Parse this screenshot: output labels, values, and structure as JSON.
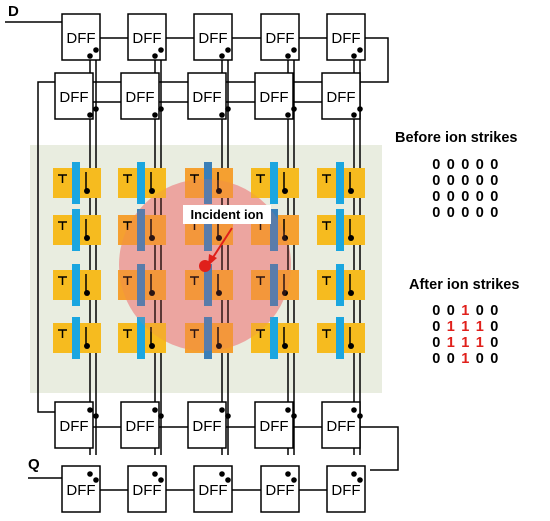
{
  "labels": {
    "input": "D",
    "output": "Q",
    "cell": "DFF",
    "ion": "Incident ion"
  },
  "before": {
    "title": "Before ion strikes",
    "grid": [
      [
        "0",
        "0",
        "0",
        "0",
        "0"
      ],
      [
        "0",
        "0",
        "0",
        "0",
        "0"
      ],
      [
        "0",
        "0",
        "0",
        "0",
        "0"
      ],
      [
        "0",
        "0",
        "0",
        "0",
        "0"
      ]
    ]
  },
  "after": {
    "title": "After ion strikes",
    "grid": [
      [
        "0",
        "0",
        "1",
        "0",
        "0"
      ],
      [
        "0",
        "1",
        "1",
        "1",
        "0"
      ],
      [
        "0",
        "1",
        "1",
        "1",
        "0"
      ],
      [
        "0",
        "0",
        "1",
        "0",
        "0"
      ]
    ]
  },
  "colors": {
    "background_panel": "#e9ede0",
    "cell": "#f6bb1f",
    "cell_struck": "#f5a030",
    "gate_bar": "#1aa6e0",
    "gate_bar_struck": "#3a7fb8",
    "strike_zone": "#ee8080",
    "flipped_bit": "#e0201b"
  }
}
